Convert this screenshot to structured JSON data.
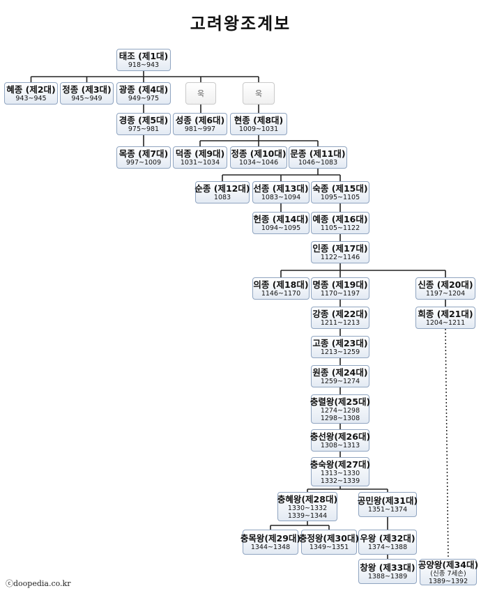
{
  "title": "고려왕조계보",
  "copyright": "ⓒdoopedia.co.kr",
  "nodes": [
    {
      "id": "taejo",
      "name": "태조 (제1대)",
      "years": [
        "918~943"
      ]
    },
    {
      "id": "hyejong",
      "name": "혜종 (제2대)",
      "years": [
        "943~945"
      ]
    },
    {
      "id": "jeongjong3",
      "name": "정종 (제3대)",
      "years": [
        "945~949"
      ]
    },
    {
      "id": "gwangjong",
      "name": "광종 (제4대)",
      "years": [
        "949~975"
      ]
    },
    {
      "id": "uk1",
      "name": "욱",
      "years": []
    },
    {
      "id": "uk2",
      "name": "욱",
      "years": []
    },
    {
      "id": "gyeongjong",
      "name": "경종 (제5대)",
      "years": [
        "975~981"
      ]
    },
    {
      "id": "seongjong",
      "name": "성종 (제6대)",
      "years": [
        "981~997"
      ]
    },
    {
      "id": "hyeonjong",
      "name": "현종 (제8대)",
      "years": [
        "1009~1031"
      ]
    },
    {
      "id": "mokjong",
      "name": "목종 (제7대)",
      "years": [
        "997~1009"
      ]
    },
    {
      "id": "deokjong",
      "name": "덕종 (제9대)",
      "years": [
        "1031~1034"
      ]
    },
    {
      "id": "jeongjong10",
      "name": "정종 (제10대)",
      "years": [
        "1034~1046"
      ]
    },
    {
      "id": "munjong",
      "name": "문종 (제11대)",
      "years": [
        "1046~1083"
      ]
    },
    {
      "id": "sunjong",
      "name": "순종 (제12대)",
      "years": [
        "1083"
      ]
    },
    {
      "id": "seonjong",
      "name": "선종 (제13대)",
      "years": [
        "1083~1094"
      ]
    },
    {
      "id": "sukjong",
      "name": "숙종 (제15대)",
      "years": [
        "1095~1105"
      ]
    },
    {
      "id": "heonjong",
      "name": "헌종 (제14대)",
      "years": [
        "1094~1095"
      ]
    },
    {
      "id": "yejong",
      "name": "예종 (제16대)",
      "years": [
        "1105~1122"
      ]
    },
    {
      "id": "injong",
      "name": "인종 (제17대)",
      "years": [
        "1122~1146"
      ]
    },
    {
      "id": "uijong",
      "name": "의종 (제18대)",
      "years": [
        "1146~1170"
      ]
    },
    {
      "id": "myeongjong",
      "name": "명종 (제19대)",
      "years": [
        "1170~1197"
      ]
    },
    {
      "id": "sinjong",
      "name": "신종 (제20대)",
      "years": [
        "1197~1204"
      ]
    },
    {
      "id": "gangjong",
      "name": "강종 (제22대)",
      "years": [
        "1211~1213"
      ]
    },
    {
      "id": "huijong",
      "name": "희종 (제21대)",
      "years": [
        "1204~1211"
      ]
    },
    {
      "id": "gojong",
      "name": "고종 (제23대)",
      "years": [
        "1213~1259"
      ]
    },
    {
      "id": "wonjong",
      "name": "원종 (제24대)",
      "years": [
        "1259~1274"
      ]
    },
    {
      "id": "chungnyeol",
      "name": "충렬왕(제25대)",
      "years": [
        "1274~1298",
        "1298~1308"
      ]
    },
    {
      "id": "chungseon",
      "name": "충선왕(제26대)",
      "years": [
        "1308~1313"
      ]
    },
    {
      "id": "chungsuk",
      "name": "충숙왕(제27대)",
      "years": [
        "1313~1330",
        "1332~1339"
      ]
    },
    {
      "id": "chunghye",
      "name": "충혜왕(제28대)",
      "years": [
        "1330~1332",
        "1339~1344"
      ]
    },
    {
      "id": "gongmin",
      "name": "공민왕(제31대)",
      "years": [
        "1351~1374"
      ]
    },
    {
      "id": "chungmok",
      "name": "충목왕(제29대)",
      "years": [
        "1344~1348"
      ]
    },
    {
      "id": "chungjeong",
      "name": "충정왕(제30대)",
      "years": [
        "1349~1351"
      ]
    },
    {
      "id": "u",
      "name": "우왕 (제32대)",
      "years": [
        "1374~1388"
      ]
    },
    {
      "id": "chang",
      "name": "창왕 (제33대)",
      "years": [
        "1388~1389"
      ]
    },
    {
      "id": "gongyang",
      "name": "공양왕(제34대)",
      "years": [
        "(신종 7세손)",
        "1389~1392"
      ]
    }
  ],
  "edges": [
    [
      "taejo",
      "hyejong"
    ],
    [
      "taejo",
      "jeongjong3"
    ],
    [
      "taejo",
      "gwangjong"
    ],
    [
      "taejo",
      "uk1"
    ],
    [
      "taejo",
      "uk2"
    ],
    [
      "gwangjong",
      "gyeongjong"
    ],
    [
      "uk1",
      "seongjong"
    ],
    [
      "uk2",
      "hyeonjong"
    ],
    [
      "gyeongjong",
      "mokjong"
    ],
    [
      "hyeonjong",
      "deokjong"
    ],
    [
      "hyeonjong",
      "jeongjong10"
    ],
    [
      "hyeonjong",
      "munjong"
    ],
    [
      "munjong",
      "sunjong"
    ],
    [
      "munjong",
      "seonjong"
    ],
    [
      "munjong",
      "sukjong"
    ],
    [
      "seonjong",
      "heonjong"
    ],
    [
      "sukjong",
      "yejong"
    ],
    [
      "yejong",
      "injong"
    ],
    [
      "injong",
      "uijong"
    ],
    [
      "injong",
      "myeongjong"
    ],
    [
      "injong",
      "sinjong"
    ],
    [
      "myeongjong",
      "gangjong"
    ],
    [
      "sinjong",
      "huijong"
    ],
    [
      "gangjong",
      "gojong"
    ],
    [
      "gojong",
      "wonjong"
    ],
    [
      "wonjong",
      "chungnyeol"
    ],
    [
      "chungnyeol",
      "chungseon"
    ],
    [
      "chungseon",
      "chungsuk"
    ],
    [
      "chungsuk",
      "chunghye"
    ],
    [
      "chungsuk",
      "gongmin"
    ],
    [
      "chunghye",
      "chungmok"
    ],
    [
      "chunghye",
      "chungjeong"
    ],
    [
      "gongmin",
      "u"
    ],
    [
      "u",
      "chang"
    ]
  ],
  "dotted_edges": [
    [
      "huijong",
      "gongyang"
    ]
  ]
}
